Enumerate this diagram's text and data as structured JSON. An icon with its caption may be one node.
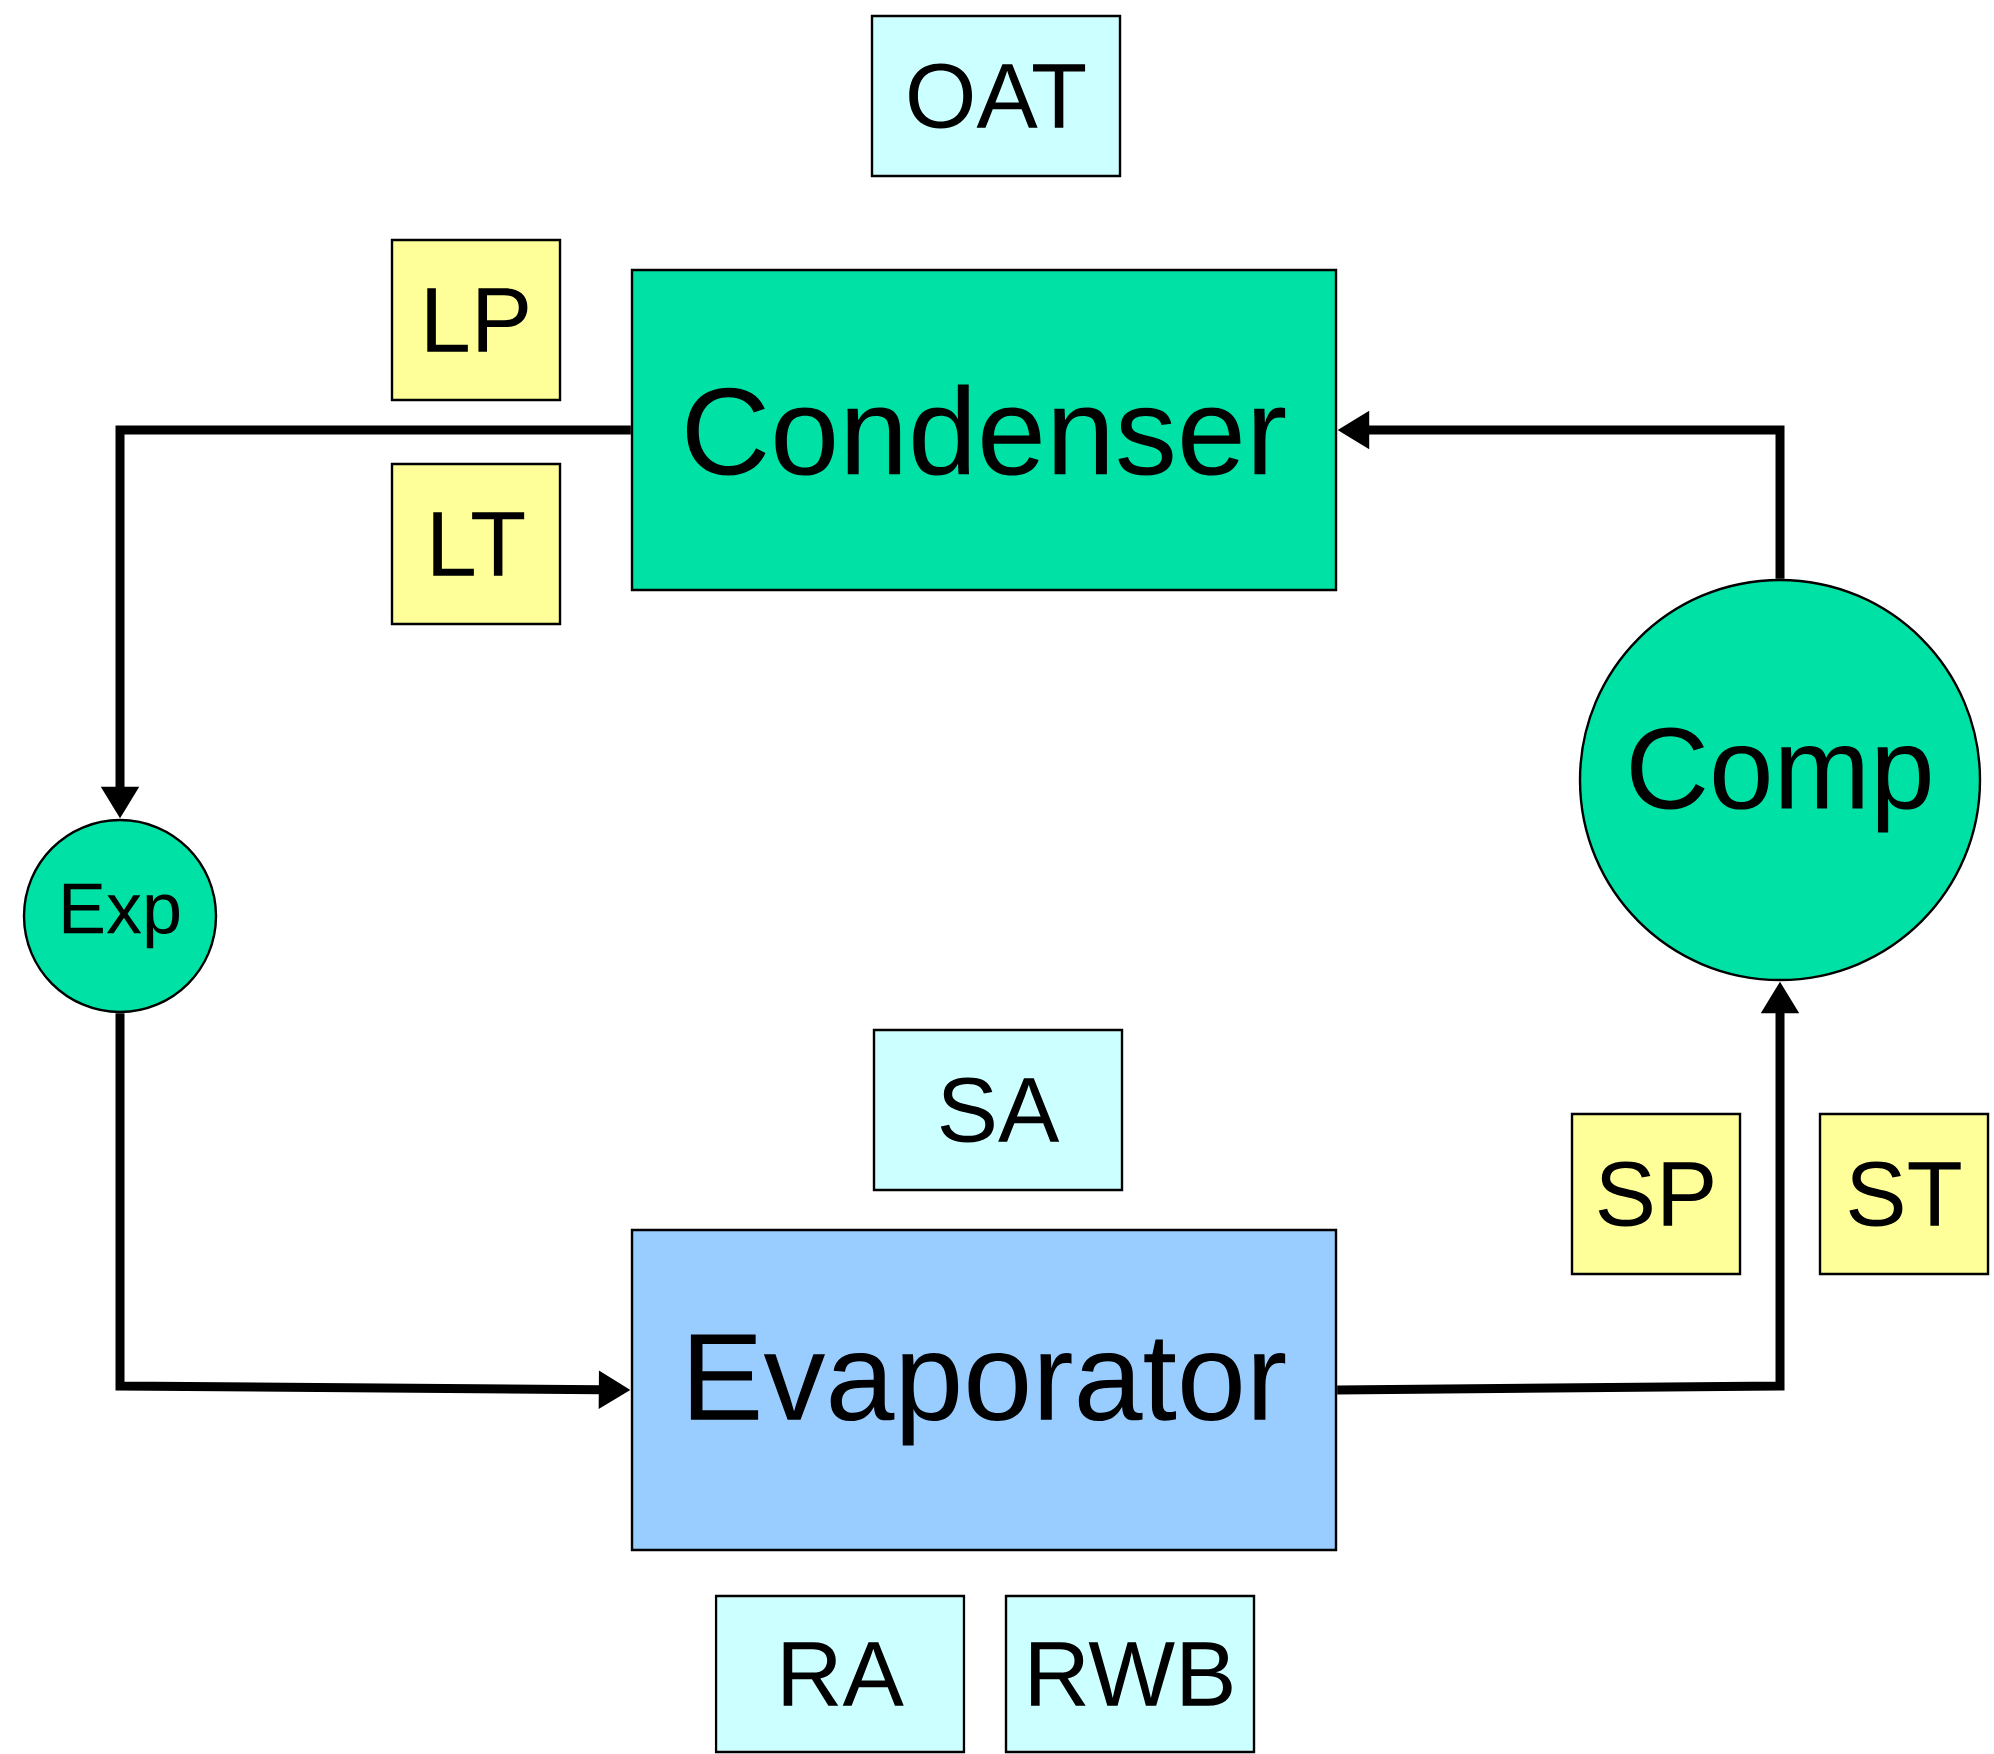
{
  "diagram": {
    "nodes": [
      {
        "text": [
          "OAT"
        ]
      },
      {
        "text": [
          "LP"
        ]
      },
      {
        "text": [
          "Condenser"
        ]
      },
      {
        "text": [
          "LT"
        ]
      },
      {
        "text": [
          "Comp"
        ]
      },
      {
        "text": [
          "Exp"
        ]
      },
      {
        "text": [
          "SA"
        ]
      },
      {
        "text": [
          "SP"
        ]
      },
      {
        "text": [
          "ST"
        ]
      },
      {
        "text": [
          "Evaporator"
        ]
      },
      {
        "text": [
          "RA"
        ]
      },
      {
        "text": [
          "RWB"
        ]
      }
    ],
    "edges": [
      {
        "from": 2,
        "to": 5,
        "arrow": "to"
      },
      {
        "from": 5,
        "to": 9,
        "arrow": "to"
      },
      {
        "from": 9,
        "to": 4,
        "arrow": "to"
      },
      {
        "from": 4,
        "to": 2,
        "arrow": "to"
      }
    ]
  }
}
